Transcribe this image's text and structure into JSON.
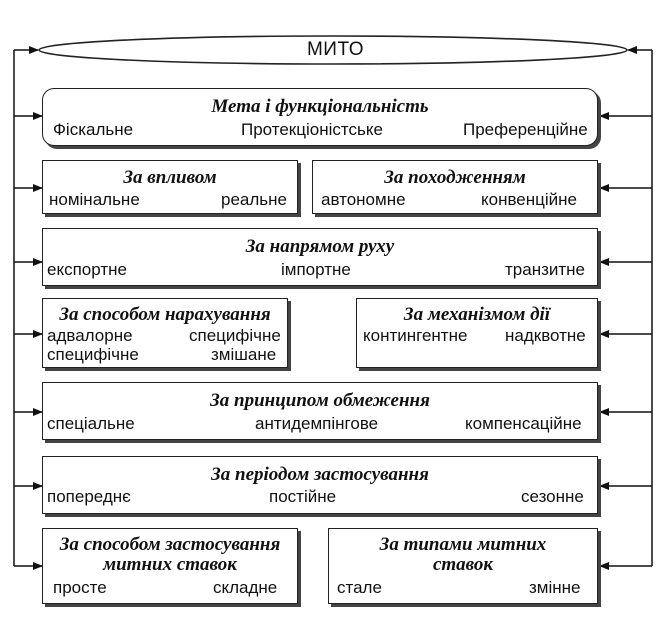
{
  "root": {
    "label": "МИТО"
  },
  "groups": {
    "purpose": {
      "title": "Мета і функціональність",
      "items": [
        "Фіскальне",
        "Протекціоністське",
        "Преференційне"
      ]
    },
    "impact": {
      "title": "За впливом",
      "items": [
        "номінальне",
        "реальне"
      ]
    },
    "origin": {
      "title": "За походженням",
      "items": [
        "автономне",
        "конвенційне"
      ]
    },
    "direction": {
      "title": "За напрямом руху",
      "items": [
        "експортне",
        "імпортне",
        "транзитне"
      ]
    },
    "calc": {
      "title": "За способом нарахування",
      "items": [
        "адвалорне",
        "специфічне",
        "специфічне",
        "змішане"
      ]
    },
    "mechanism": {
      "title": "За механізмом дії",
      "items": [
        "контингентне",
        "надквотне"
      ]
    },
    "restriction": {
      "title": "За принципом обмеження",
      "items": [
        "спеціальне",
        "антидемпінгове",
        "компенсаційне"
      ]
    },
    "period": {
      "title": "За періодом застосування",
      "items": [
        "попереднє",
        "постійне",
        "сезонне"
      ]
    },
    "application": {
      "title_line1": "За способом застосування",
      "title_line2": "митних ставок",
      "items": [
        "просте",
        "складне"
      ]
    },
    "rate_types": {
      "title_line1": "За типами митних",
      "title_line2": "ставок",
      "items": [
        "стале",
        "змінне"
      ]
    }
  }
}
